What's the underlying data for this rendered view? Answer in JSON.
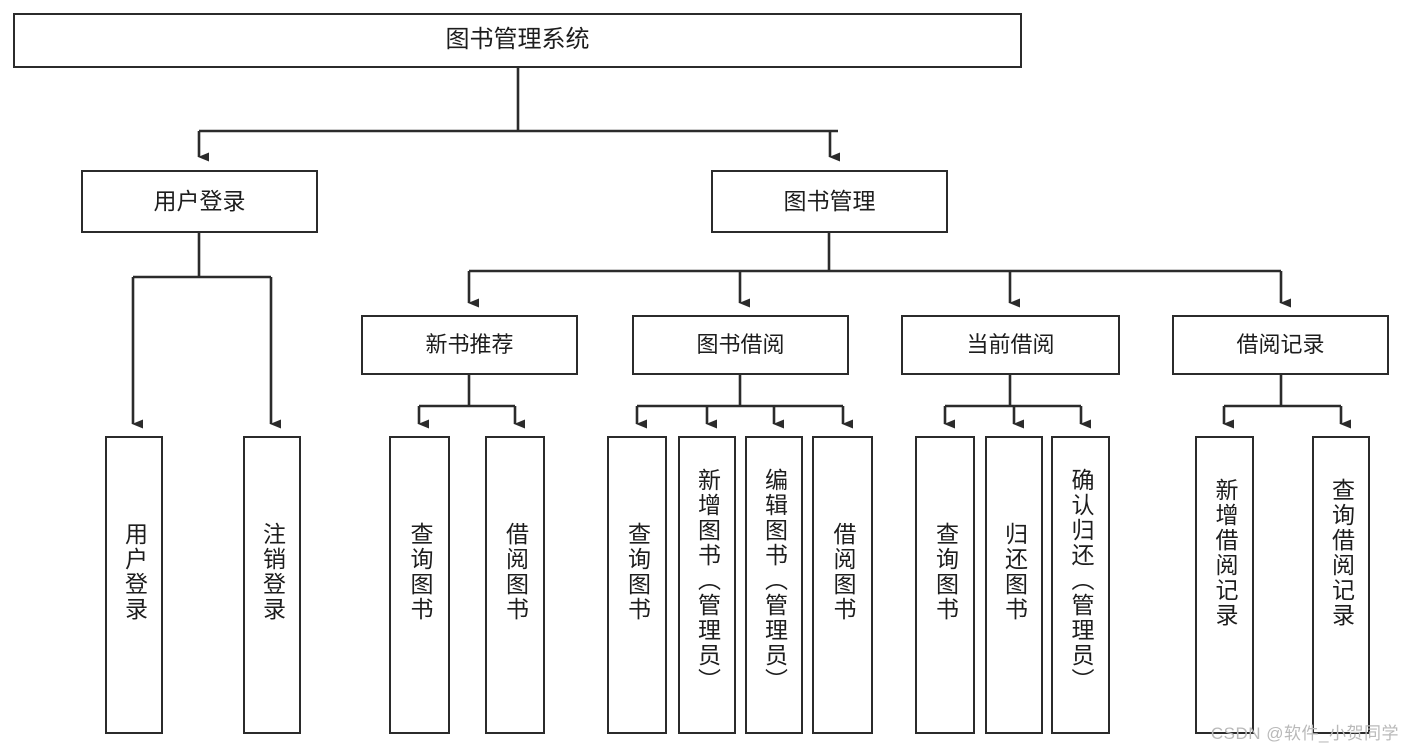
{
  "diagram": {
    "title": "图书管理系统",
    "watermark": "CSDN @软件_小贺同学",
    "nodes": {
      "root": {
        "label": "图书管理系统"
      },
      "level2": [
        {
          "id": "user-login",
          "label": "用户登录"
        },
        {
          "id": "book-manage",
          "label": "图书管理"
        }
      ],
      "level3": [
        {
          "id": "new-book-recommend",
          "label": "新书推荐"
        },
        {
          "id": "book-borrow",
          "label": "图书借阅"
        },
        {
          "id": "current-borrow",
          "label": "当前借阅"
        },
        {
          "id": "borrow-record",
          "label": "借阅记录"
        }
      ],
      "leaves": [
        {
          "id": "login-user",
          "label": "用户登录"
        },
        {
          "id": "logout-user",
          "label": "注销登录"
        },
        {
          "id": "query-book-1",
          "label": "查询图书"
        },
        {
          "id": "borrow-book-1",
          "label": "借阅图书"
        },
        {
          "id": "query-book-2",
          "label": "查询图书"
        },
        {
          "id": "add-book-admin",
          "label": "新增图书（管理员）"
        },
        {
          "id": "edit-book-admin",
          "label": "编辑图书（管理员）"
        },
        {
          "id": "borrow-book-2",
          "label": "借阅图书"
        },
        {
          "id": "query-book-3",
          "label": "查询图书"
        },
        {
          "id": "return-book",
          "label": "归还图书"
        },
        {
          "id": "confirm-return-admin",
          "label": "确认归还（管理员）"
        },
        {
          "id": "add-borrow-record",
          "label": "新增借阅记录"
        },
        {
          "id": "query-borrow-record",
          "label": "查询借阅记录"
        }
      ]
    },
    "colors": {
      "stroke": "#2b2b2b",
      "fill": "#ffffff",
      "text": "#1d1d1d",
      "watermark": "#b9b9b9"
    }
  }
}
